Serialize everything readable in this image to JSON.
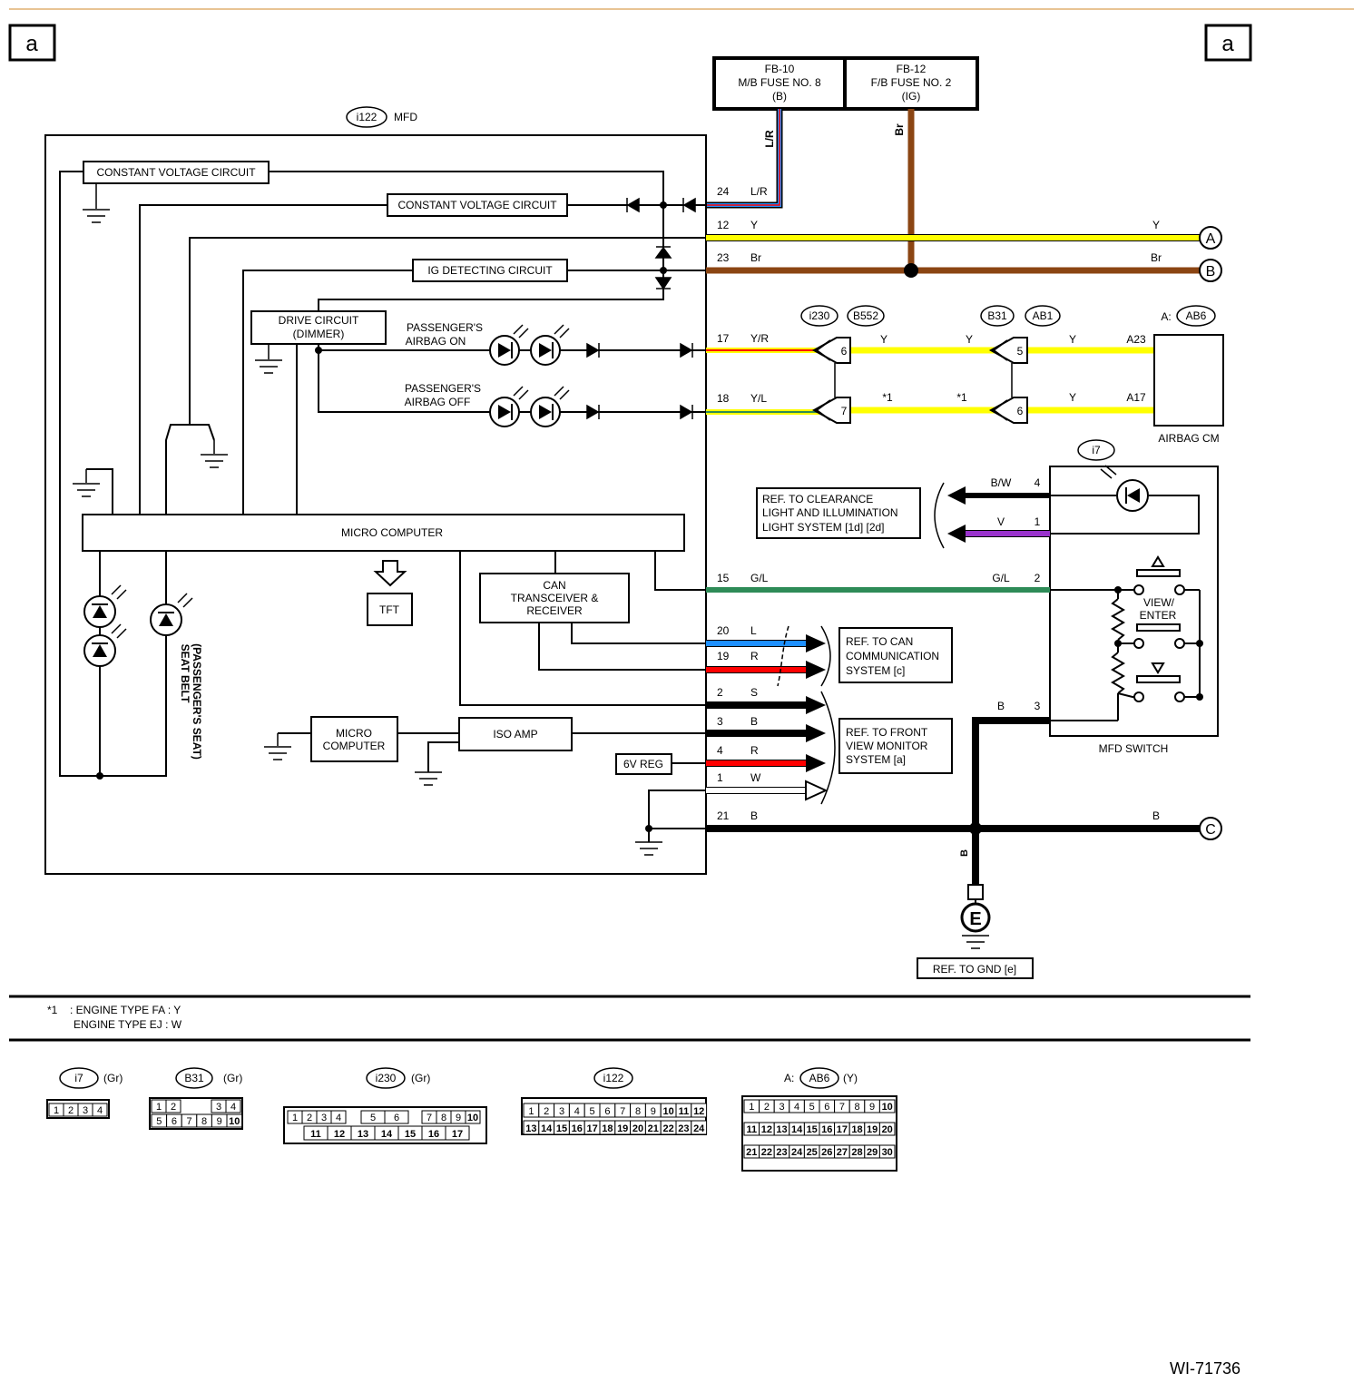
{
  "page": {
    "corner_left": "a",
    "corner_right": "a",
    "figure_id": "WI-71736"
  },
  "fuses": [
    {
      "line1": "FB-10",
      "line2": "M/B FUSE NO. 8",
      "line3": "(B)",
      "wire": "L/R"
    },
    {
      "line1": "FB-12",
      "line2": "F/B FUSE NO. 2",
      "line3": "(IG)",
      "wire": "Br"
    }
  ],
  "mfd": {
    "connector": "i122",
    "name": "MFD",
    "blocks": {
      "cvc1": "CONSTANT VOLTAGE CIRCUIT",
      "cvc2": "CONSTANT VOLTAGE CIRCUIT",
      "igdet": "IG DETECTING CIRCUIT",
      "drive1": "DRIVE CIRCUIT",
      "drive2": "(DIMMER)",
      "micro": "MICRO COMPUTER",
      "tft": "TFT",
      "can1": "CAN",
      "can2": "TRANSCEIVER &",
      "can3": "RECEIVER",
      "micro2a": "MICRO",
      "micro2b": "COMPUTER",
      "isoamp": "ISO AMP",
      "vreg": "6V REG"
    },
    "labels": {
      "pab_on1": "PASSENGER'S",
      "pab_on2": "AIRBAG ON",
      "pab_off1": "PASSENGER'S",
      "pab_off2": "AIRBAG OFF",
      "seatbelt1": "SEAT BELT",
      "seatbelt2": "(PASSENGER'S SEAT)"
    }
  },
  "pins": [
    {
      "pin": "24",
      "color": "L/R"
    },
    {
      "pin": "12",
      "color": "Y"
    },
    {
      "pin": "23",
      "color": "Br"
    },
    {
      "pin": "17",
      "color": "Y/R"
    },
    {
      "pin": "18",
      "color": "Y/L"
    },
    {
      "pin": "15",
      "color": "G/L"
    },
    {
      "pin": "20",
      "color": "L"
    },
    {
      "pin": "19",
      "color": "R"
    },
    {
      "pin": "2",
      "color": "S"
    },
    {
      "pin": "3",
      "color": "B"
    },
    {
      "pin": "4",
      "color": "R"
    },
    {
      "pin": "1",
      "color": "W"
    },
    {
      "pin": "21",
      "color": "B"
    }
  ],
  "right_wires": {
    "a": "Y",
    "b": "Br",
    "c": "B",
    "gl": "G/L",
    "b3": "B",
    "bvert": "B"
  },
  "terminals": {
    "a": "A",
    "b": "B",
    "c": "C",
    "e": "E"
  },
  "airbag": {
    "conn1": "i230",
    "conn2": "B552",
    "conn3": "B31",
    "conn4": "AB1",
    "conn5_prefix": "A:",
    "conn5": "AB6",
    "pin_i230_a": "6",
    "pin_i230_b": "7",
    "pin_b31_a": "5",
    "pin_b31_b": "6",
    "w_row1_a": "Y",
    "w_row1_b": "Y",
    "w_row1_c": "Y",
    "row1_pin": "A23",
    "w_row2_star1": "*1",
    "w_row2_star2": "*1",
    "w_row2_c": "Y",
    "row2_pin": "A17",
    "module": "AIRBAG CM"
  },
  "switch": {
    "connector": "i7",
    "name": "MFD SWITCH",
    "pin4": "4",
    "pin4_color": "B/W",
    "pin1": "1",
    "pin1_color": "V",
    "pin2": "2",
    "pin3": "3",
    "view1": "VIEW/",
    "view2": "ENTER"
  },
  "refs": {
    "clearance1": "REF. TO CLEARANCE",
    "clearance2": "LIGHT AND ILLUMINATION",
    "clearance3": "LIGHT SYSTEM [1d] [2d]",
    "can1": "REF. TO CAN",
    "can2": "COMMUNICATION",
    "can3": "SYSTEM [c]",
    "fvm1": "REF. TO FRONT",
    "fvm2": "VIEW MONITOR",
    "fvm3": "SYSTEM [a]",
    "gnd": "REF. TO GND [e]"
  },
  "notes": {
    "star": "*1",
    "line1": ": ENGINE TYPE FA : Y",
    "line2": "ENGINE TYPE EJ : W"
  },
  "connectors": [
    {
      "id": "i7",
      "color": "(Gr)"
    },
    {
      "id": "B31",
      "color": "(Gr)"
    },
    {
      "id": "i230",
      "color": "(Gr)"
    },
    {
      "id": "i122",
      "color": ""
    },
    {
      "id": "AB6",
      "prefix": "A:",
      "color": "(Y)"
    }
  ],
  "colors": {
    "yellow": "#ffff00",
    "brown": "#8b4513",
    "blue": "#1e90ff",
    "red": "#ff0000",
    "green": "#2e8b57",
    "violet": "#9932cc",
    "black": "#000000",
    "header_line": "#e0b070"
  }
}
